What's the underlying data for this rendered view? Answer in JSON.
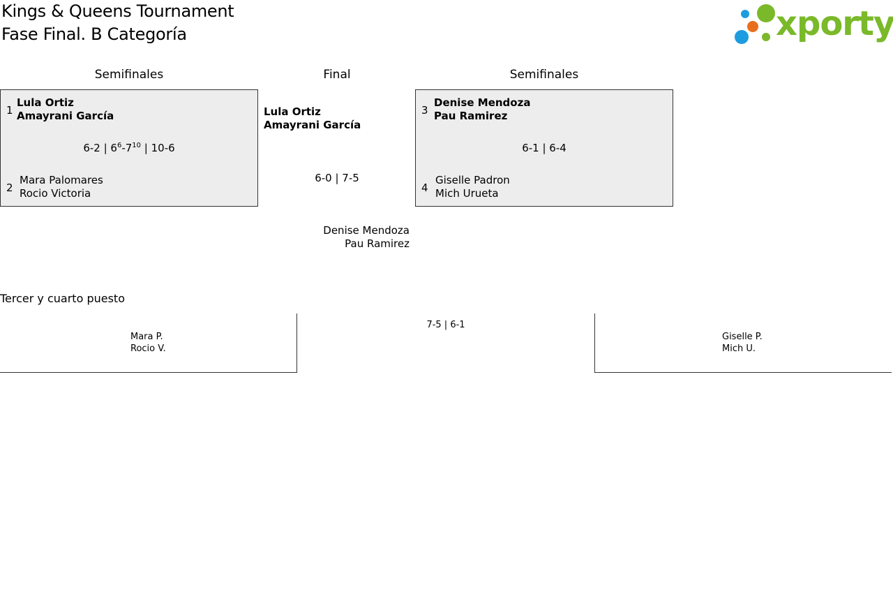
{
  "header": {
    "title_line1": "Kings & Queens Tournament",
    "title_line2": "Fase Final. B Categoría",
    "logo_text": "xporty"
  },
  "columns": {
    "semis_left": "Semifinales",
    "final": "Final",
    "semis_right": "Semifinales"
  },
  "semifinal_left": {
    "team1": {
      "seed": "1",
      "player1": "Lula Ortiz",
      "player2": "Amayrani García"
    },
    "team2": {
      "seed": "2",
      "player1": "Mara Palomares",
      "player2": "Rocio Victoria"
    },
    "score": {
      "set1": "6-2 | 6",
      "tb1": "6",
      "set2_mid": "-7",
      "tb2": "10",
      "set3": " | 10-6"
    }
  },
  "semifinal_right": {
    "team1": {
      "seed": "3",
      "player1": "Denise Mendoza",
      "player2": "Pau Ramirez"
    },
    "team2": {
      "seed": "4",
      "player1": "Giselle Padron",
      "player2": "Mich Urueta"
    },
    "score": "6-1 | 6-4"
  },
  "final": {
    "winner": {
      "player1": "Lula Ortiz",
      "player2": "Amayrani García"
    },
    "score": "6-0 | 7-5",
    "runner_up": {
      "player1": "Denise Mendoza",
      "player2": "Pau Ramirez"
    }
  },
  "third_place": {
    "heading": "Tercer y cuarto puesto",
    "left": {
      "player1": "Mara P.",
      "player2": "Rocio V."
    },
    "score": "7-5 | 6-1",
    "right": {
      "player1": "Giselle P.",
      "player2": "Mich U."
    }
  },
  "colors": {
    "logo_green": "#7ab929",
    "logo_blue": "#1e9ce0",
    "logo_orange": "#e86e1c",
    "box_bg": "#ededed"
  }
}
